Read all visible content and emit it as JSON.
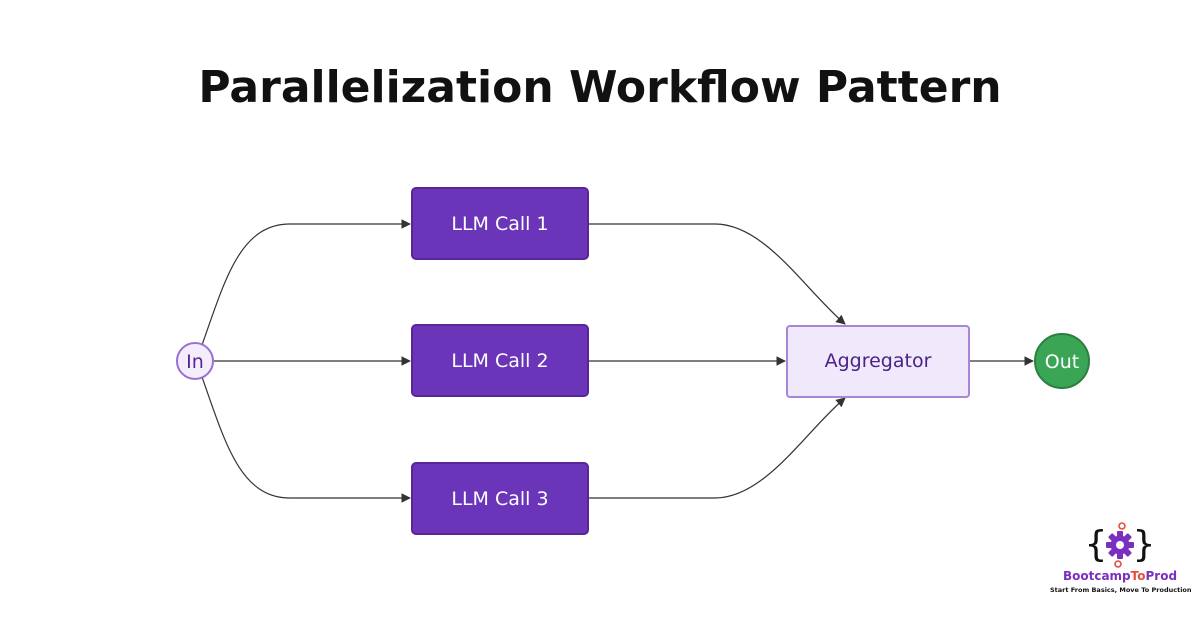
{
  "title": "Parallelization Workflow Pattern",
  "nodes": {
    "input": "In",
    "call1": "LLM Call 1",
    "call2": "LLM Call 2",
    "call3": "LLM Call 3",
    "aggregator": "Aggregator",
    "output": "Out"
  },
  "edges": [
    {
      "from": "In",
      "to": "LLM Call 1"
    },
    {
      "from": "In",
      "to": "LLM Call 2"
    },
    {
      "from": "In",
      "to": "LLM Call 3"
    },
    {
      "from": "LLM Call 1",
      "to": "Aggregator"
    },
    {
      "from": "LLM Call 2",
      "to": "Aggregator"
    },
    {
      "from": "LLM Call 3",
      "to": "Aggregator"
    },
    {
      "from": "Aggregator",
      "to": "Out"
    }
  ],
  "colors": {
    "llm_fill": "#6a35b8",
    "llm_stroke": "#5a2596",
    "input_fill": "#f4eefc",
    "input_stroke": "#9b6fd3",
    "aggregator_fill": "#efe9fb",
    "aggregator_stroke": "#a686d8",
    "output_fill": "#3aa655",
    "output_stroke": "#2b7f40",
    "edge": "#333333"
  },
  "logo": {
    "icon": "gear-braces-icon",
    "name_part1": "Bootcamp",
    "name_part2": "To",
    "name_part3": "Prod",
    "tagline": "Start From Basics, Move To Production"
  }
}
